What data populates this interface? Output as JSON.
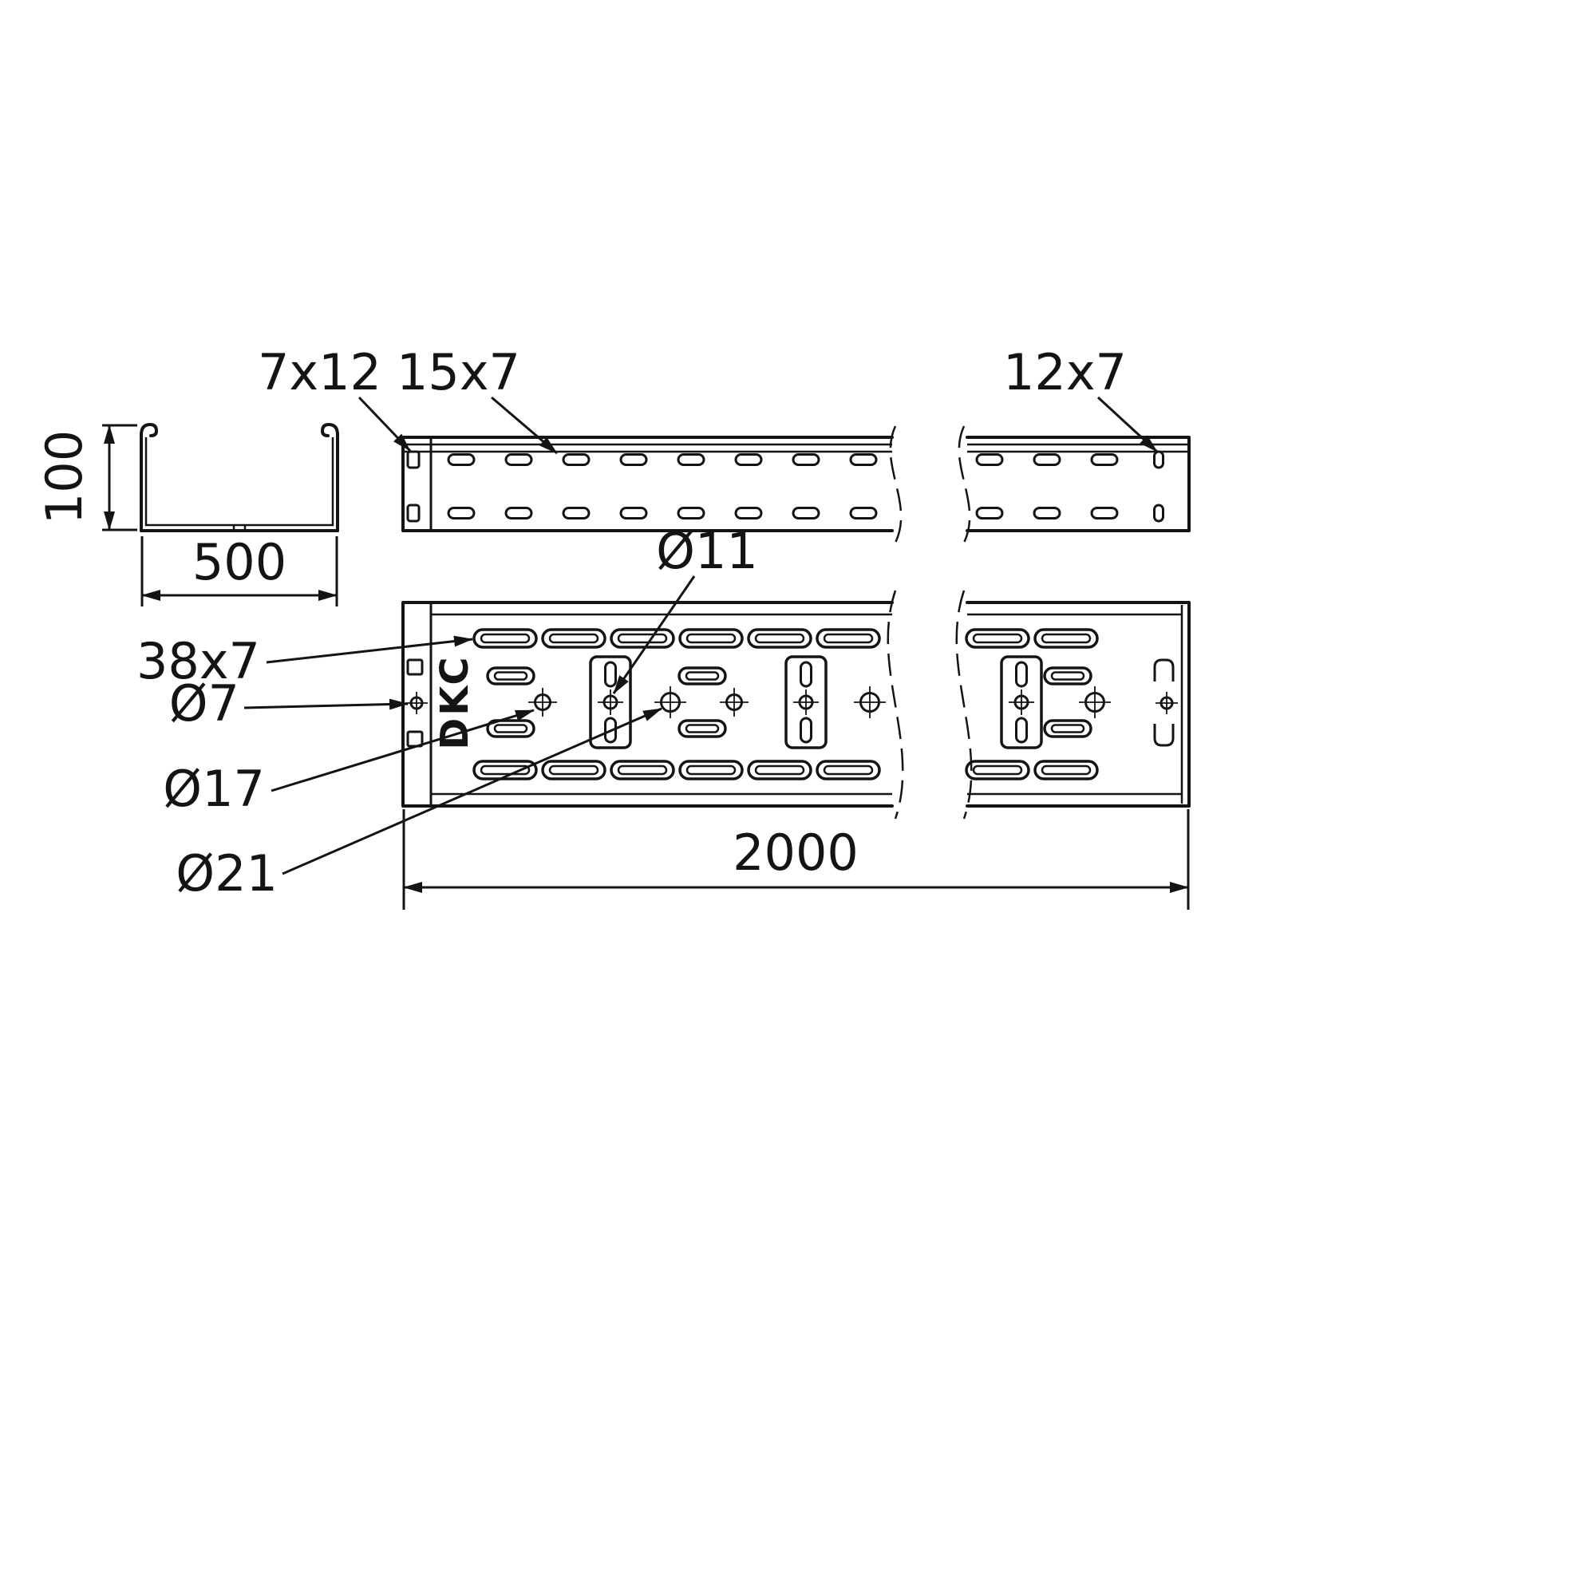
{
  "drawing": {
    "brand_logo": "DKC",
    "colors": {
      "line": "#141414",
      "background": "#ffffff"
    },
    "section_view": {
      "height_dim": "100",
      "width_dim": "500"
    },
    "side_view": {
      "end_hole_label": "7x12",
      "slot_label": "15x7",
      "right_hole_label": "12x7"
    },
    "plan_view": {
      "slot_label": "38x7",
      "end_hole_label": "Ø7",
      "plate_hole_label": "Ø11",
      "hole_label_17": "Ø17",
      "hole_label_21": "Ø21",
      "length_dim": "2000"
    }
  }
}
